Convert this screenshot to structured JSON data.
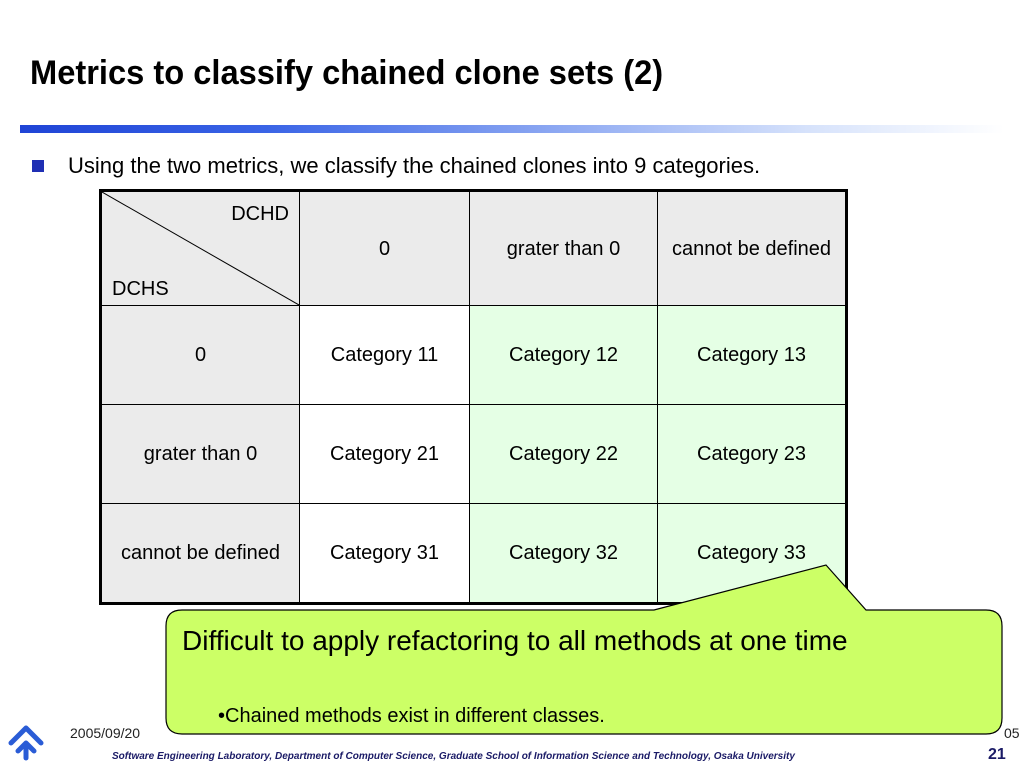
{
  "slide": {
    "title": "Metrics to classify chained clone sets (2)",
    "bullet": "Using the two metrics, we classify the chained clones into 9 categories.",
    "number": "21",
    "date": "2005/09/20",
    "page_tail": "05",
    "footer": "Software Engineering Laboratory,  Department of Computer Science,  Graduate School of Information Science and Technology,  Osaka University"
  },
  "table": {
    "corner_top": "DCHD",
    "corner_bottom": "DCHS",
    "columns": [
      "0",
      "grater than 0",
      "cannot be defined"
    ],
    "rows": [
      {
        "header": "0",
        "cells": [
          "Category 11",
          "Category 12",
          "Category 13"
        ]
      },
      {
        "header": "grater than 0",
        "cells": [
          "Category 21",
          "Category 22",
          "Category 23"
        ]
      },
      {
        "header": "cannot be defined",
        "cells": [
          "Category 31",
          "Category 32",
          "Category 33"
        ]
      }
    ]
  },
  "callout": {
    "main": "Difficult to apply refactoring to all methods at one time",
    "sub": "•Chained methods exist in different classes."
  },
  "colors": {
    "title_rule": "#1f44d6",
    "bullet": "#1f2fb4",
    "header_gray": "#ebebeb",
    "cell_green": "#e5ffe5",
    "callout_fill": "#ccff66",
    "footer_text": "#1a1a66",
    "logo": "#2a5cd6"
  },
  "icons": {
    "logo": "osaka-university-logo-icon",
    "bullet": "square-bullet-icon"
  }
}
